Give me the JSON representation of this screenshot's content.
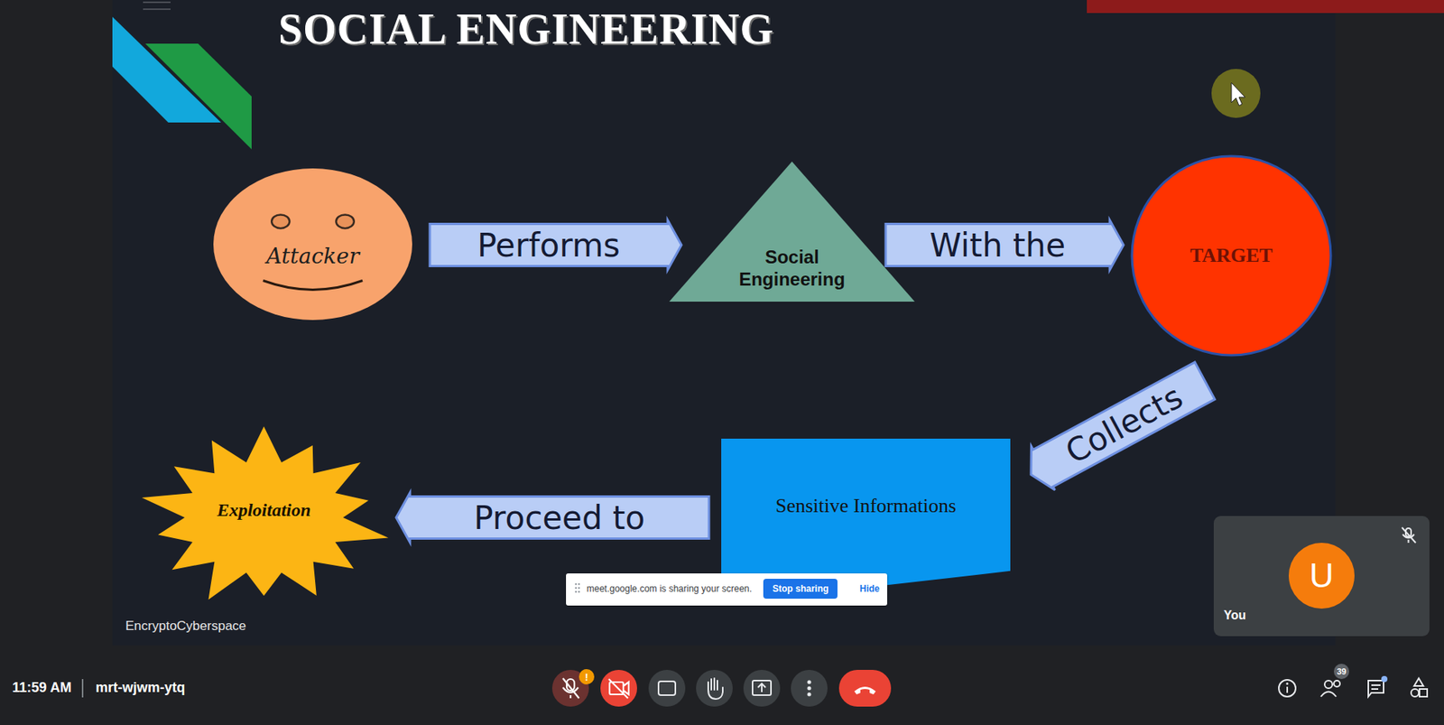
{
  "diagram": {
    "title": "SOCIAL ENGINEERING",
    "nodes": [
      {
        "text": [
          "Attacker"
        ]
      },
      {
        "text": [
          "Social Engineering"
        ]
      },
      {
        "text": [
          "TARGET"
        ]
      },
      {
        "text": [
          "Sensitive Informations"
        ]
      },
      {
        "text": [
          "Exploitation"
        ]
      }
    ],
    "edges": [
      {
        "from": 0,
        "to": 1,
        "label": "Performs",
        "arrow": "to"
      },
      {
        "from": 1,
        "to": 2,
        "label": "With the",
        "arrow": "to"
      },
      {
        "from": 2,
        "to": 3,
        "label": "Collects",
        "arrow": "to"
      },
      {
        "from": 3,
        "to": 4,
        "label": "Proceed to",
        "arrow": "to"
      }
    ],
    "labels": [
      "EncryptoCyberspace",
      "meet.google.com is sharing your screen.",
      "Stop sharing",
      "Hide",
      "11:59 AM",
      "mrt-wjwm-ytq",
      "!",
      "You",
      "U",
      "39"
    ]
  }
}
